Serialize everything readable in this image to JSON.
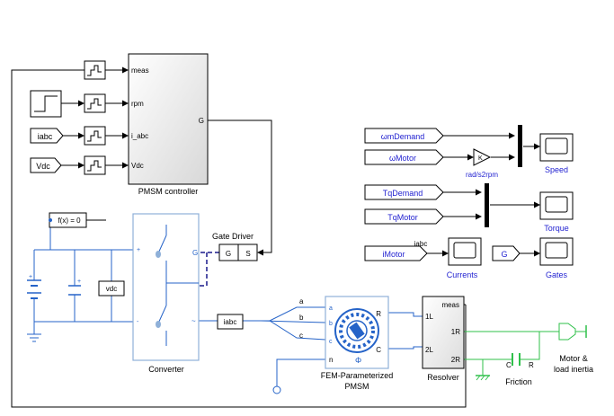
{
  "controller": {
    "title": "PMSM controller",
    "ports": {
      "meas": "meas",
      "rpm": "rpm",
      "iabc": "i_abc",
      "vdc": "Vdc",
      "g": "G"
    }
  },
  "inputs": {
    "iabc": "iabc",
    "vdc": "Vdc"
  },
  "blocks": {
    "fcn": "f(x) = 0",
    "vdc_sensor": "vdc",
    "converter": "Converter",
    "gate_driver": "Gate Driver",
    "gate_g": "G",
    "gate_s": "S",
    "iabc_sensor": "iabc",
    "motor_label_1": "FEM-Parameterized",
    "motor_label_2": "PMSM",
    "phase_a": "a",
    "phase_b": "b",
    "phase_c": "c",
    "phase_n": "n",
    "port_R": "R",
    "port_C": "C",
    "resolver": "Resolver",
    "res_meas": "meas",
    "res_1L": "1L",
    "res_2L": "2L",
    "res_1R": "1R",
    "res_2R": "2R",
    "friction": "Friction",
    "friction_C": "C",
    "friction_R": "R",
    "load_1": "Motor &",
    "load_2": "load inertia"
  },
  "scopes": {
    "wdemand": "ωmDemand",
    "wmotor": "ωMotor",
    "gain": "rad/s2rpm",
    "speed": "Speed",
    "tqdemand": "TqDemand",
    "tqmotor": "TqMotor",
    "torque": "Torque",
    "imotor": "iMotor",
    "iabc_label": "iabc",
    "currents": "Currents",
    "g_from": "G",
    "gates": "Gates"
  },
  "colors": {
    "electrical": "#2563c8",
    "mechanical": "#2fc04a",
    "signal_blue": "#1f1fd0",
    "block_border": "#000000"
  }
}
